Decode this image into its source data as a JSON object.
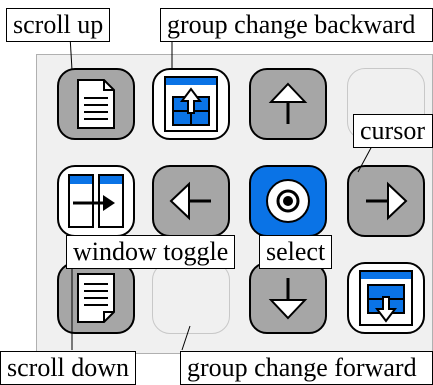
{
  "keypad": {
    "keys": [
      {
        "name": "scroll-up-key",
        "icon": "document-icon"
      },
      {
        "name": "group-change-backward-key",
        "icon": "group-backward-icon"
      },
      {
        "name": "cursor-up-key",
        "icon": "arrow-up-icon"
      },
      {
        "name": "blank-key-top",
        "icon": null
      },
      {
        "name": "window-toggle-key",
        "icon": "window-toggle-icon"
      },
      {
        "name": "cursor-left-key",
        "icon": "arrow-left-icon"
      },
      {
        "name": "select-key",
        "icon": "target-icon"
      },
      {
        "name": "cursor-right-key",
        "icon": "arrow-right-icon"
      },
      {
        "name": "scroll-down-key",
        "icon": "document-icon"
      },
      {
        "name": "blank-key-bottom",
        "icon": null
      },
      {
        "name": "cursor-down-key",
        "icon": "arrow-down-icon"
      },
      {
        "name": "group-change-forward-key",
        "icon": "group-forward-icon"
      }
    ]
  },
  "labels": {
    "scroll_up": "scroll up",
    "group_change_backward": "group change backward",
    "cursor": "cursor",
    "window_toggle": "window toggle",
    "select": "select",
    "scroll_down": "scroll down",
    "group_change_forward": "group change forward"
  },
  "colors": {
    "key_gray": "#a6a6a6",
    "select_blue": "#0a73e6",
    "icon_blue": "#0a73e6",
    "panel_bg": "#f0f0f0"
  }
}
